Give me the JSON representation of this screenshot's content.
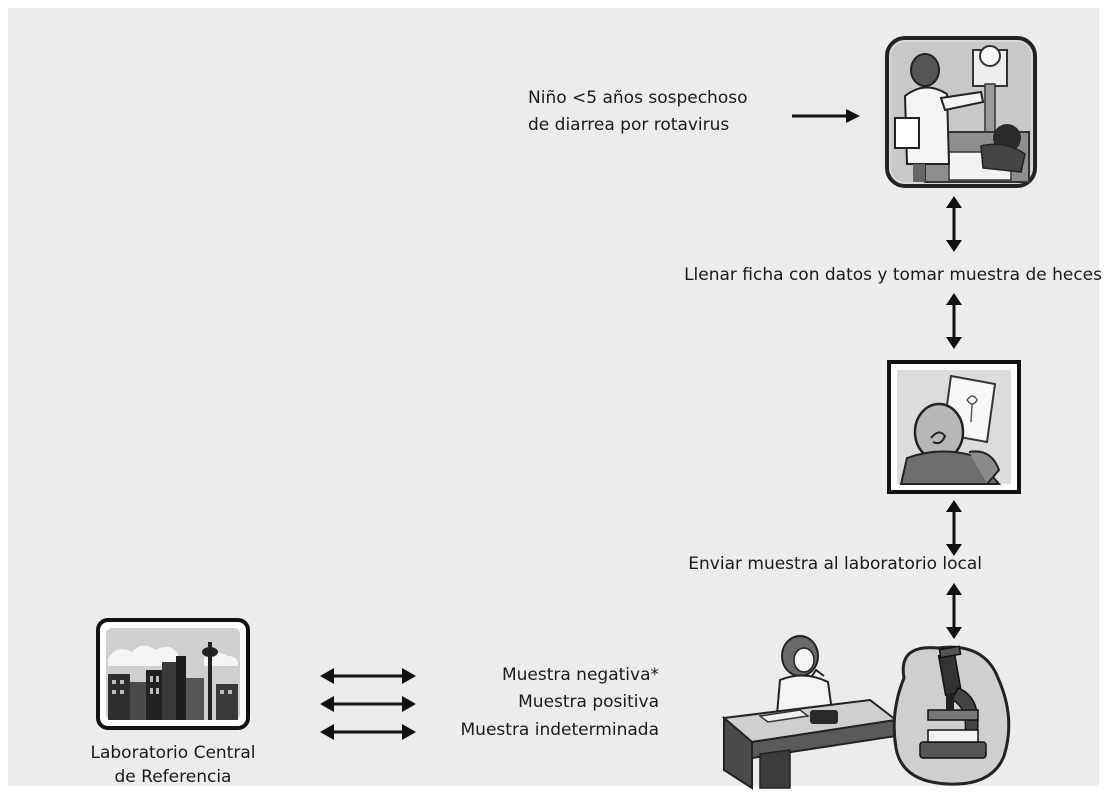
{
  "diagram": {
    "case_text": {
      "line1": "Niño <5 años sospechoso",
      "line2": "de diarrea por rotavirus"
    },
    "step_fill_form": "Llenar ficha con datos y tomar muestra de heces",
    "step_send_sample": "Enviar muestra al laboratorio local",
    "results": {
      "negative": "Muestra negativa*",
      "positive": "Muestra positiva",
      "indeterminate": "Muestra indeterminada"
    },
    "central_lab": {
      "line1": "Laboratorio Central",
      "line2": "de Referencia"
    }
  },
  "icons": [
    "health-worker-with-child-icon",
    "doctor-reading-document-icon",
    "lab-technician-at-desk-icon",
    "microscope-icon",
    "city-skyline-icon"
  ]
}
